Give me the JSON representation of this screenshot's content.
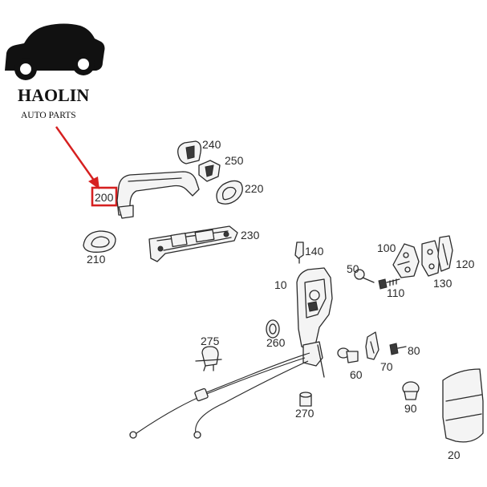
{
  "brand": {
    "name": "HAOLIN",
    "tagline": "AUTO PARTS",
    "logo_icon": "car-silhouette-icon",
    "ink_color": "#111111"
  },
  "highlight": {
    "part_number": "200",
    "color": "#d62020"
  },
  "callouts": {
    "p10": "10",
    "p20": "20",
    "p50": "50",
    "p60": "60",
    "p70": "70",
    "p80": "80",
    "p90": "90",
    "p100": "100",
    "p110": "110",
    "p120": "120",
    "p130": "130",
    "p140": "140",
    "p210": "210",
    "p220": "220",
    "p230": "230",
    "p240": "240",
    "p250": "250",
    "p260": "260",
    "p270": "270",
    "p275": "275"
  }
}
